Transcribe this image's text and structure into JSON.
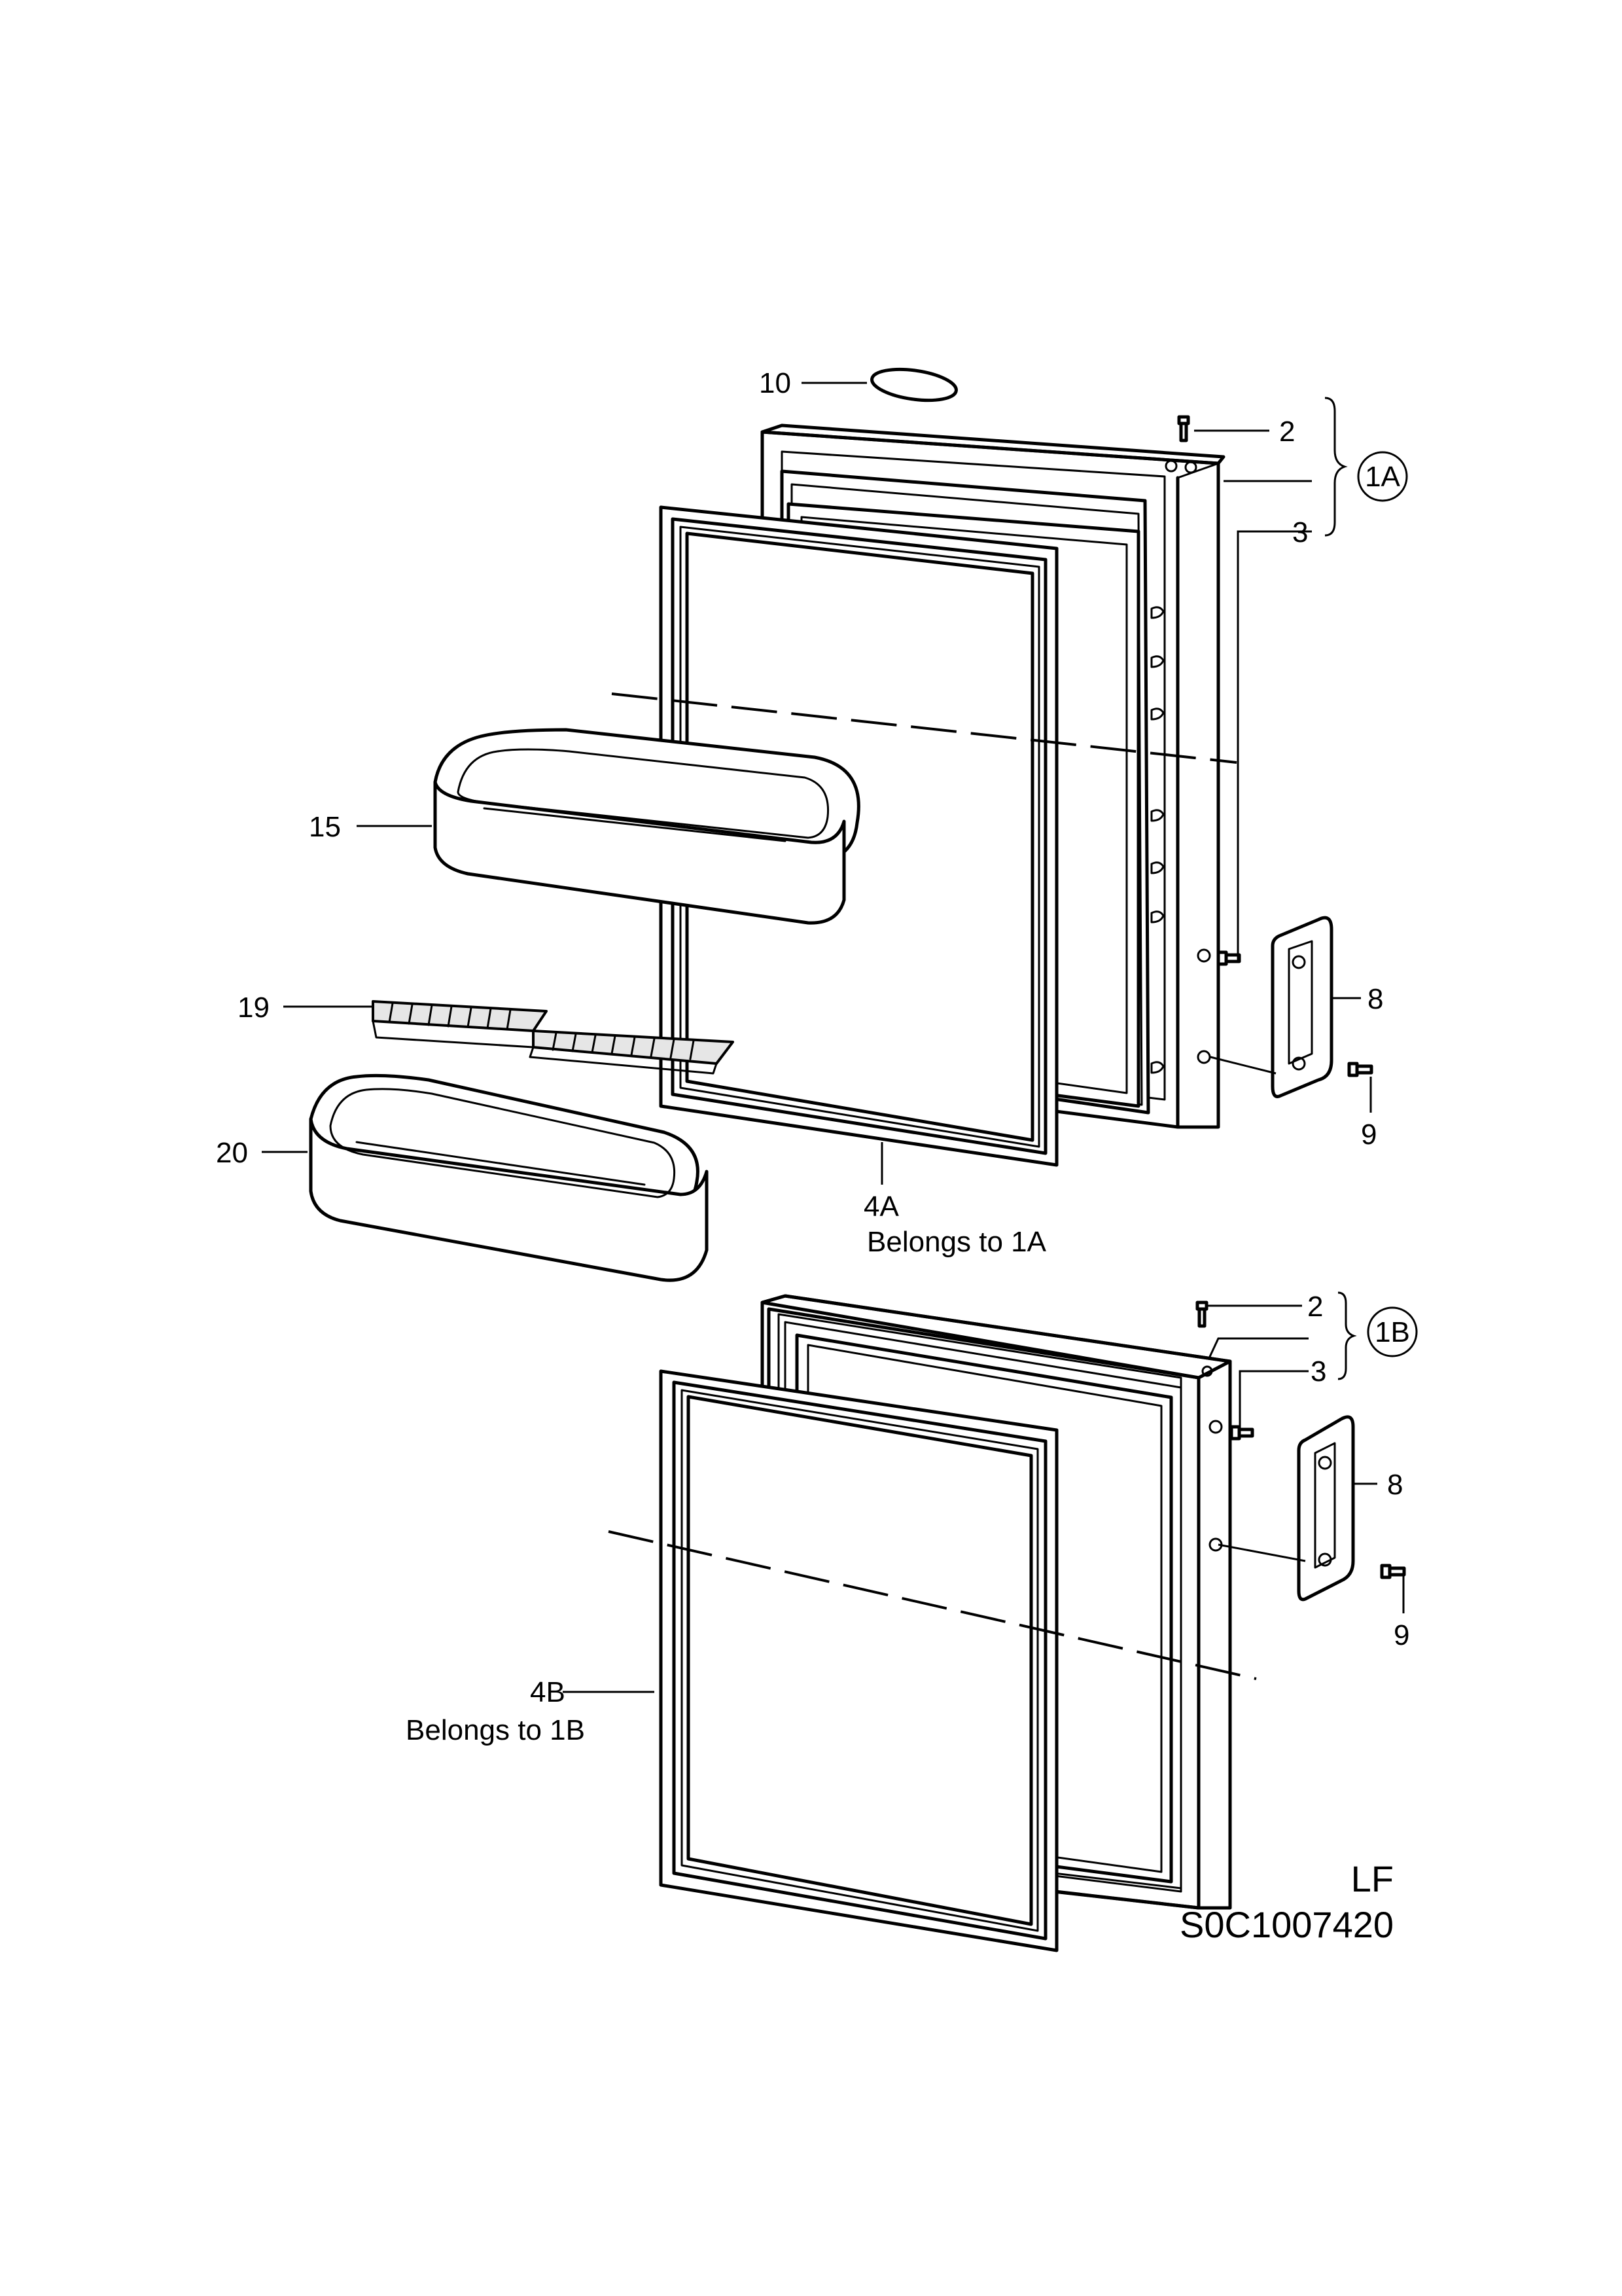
{
  "labels": {
    "p10": "10",
    "p2a": "2",
    "p1a": "1A",
    "p3a": "3",
    "p15": "15",
    "p19": "19",
    "p20": "20",
    "p8a": "8",
    "p9a": "9",
    "p4a": "4A",
    "p4a_note": "Belongs to 1A",
    "p2b": "2",
    "p1b": "1B",
    "p3b": "3",
    "p8b": "8",
    "p9b": "9",
    "p4b": "4B",
    "p4b_note": "Belongs to 1B"
  },
  "footer": {
    "variant": "LF",
    "drawing_number": "S0C1007420"
  }
}
